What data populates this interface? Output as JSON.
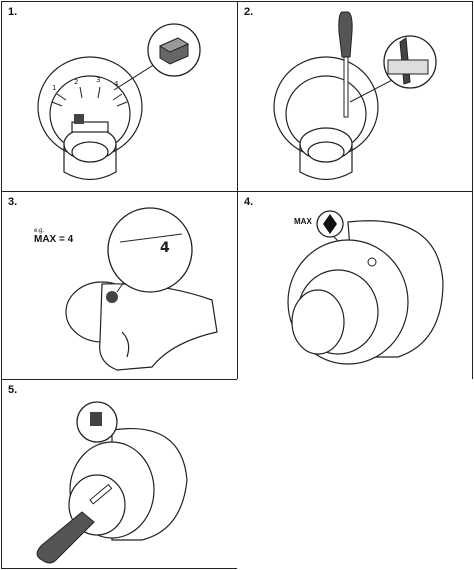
{
  "steps": [
    {
      "number": "1."
    },
    {
      "number": "2."
    },
    {
      "number": "3.",
      "example_prefix": "e.g.",
      "example_text": "MAX = 4"
    },
    {
      "number": "4.",
      "max_label": "MAX"
    },
    {
      "number": "5."
    }
  ],
  "colors": {
    "line": "#222222",
    "fill": "#ffffff",
    "shade": "#444444",
    "tool": "#555555"
  }
}
